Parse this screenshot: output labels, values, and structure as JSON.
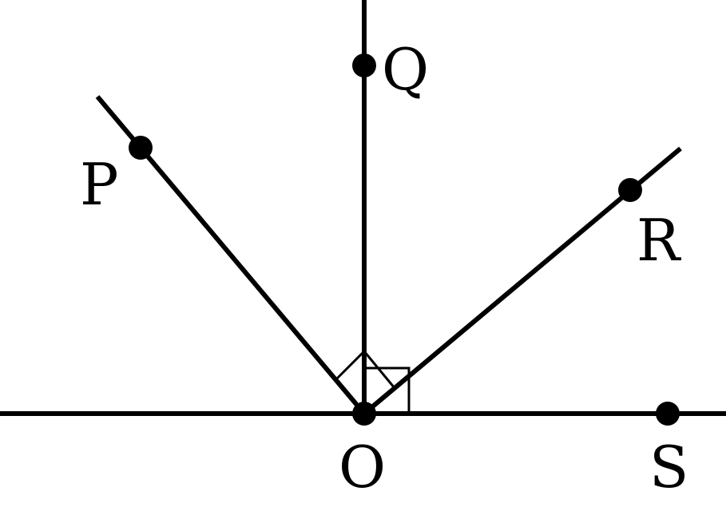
{
  "diagram": {
    "labels": {
      "P": "P",
      "Q": "Q",
      "R": "R",
      "O": "O",
      "S": "S"
    },
    "right_angle_marks": 2,
    "line_color": "#000000",
    "background_color": "#ffffff"
  }
}
